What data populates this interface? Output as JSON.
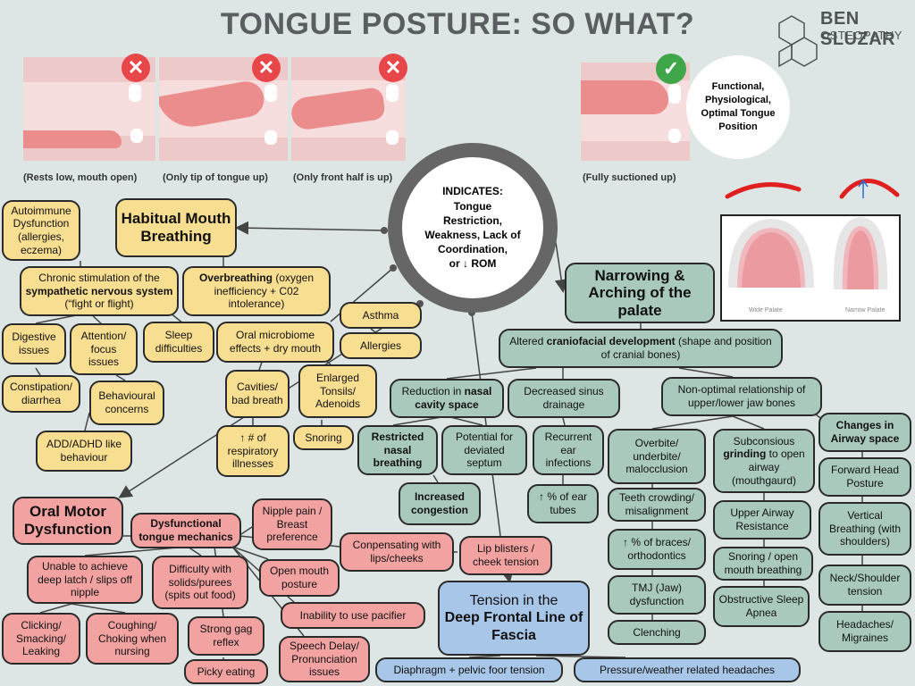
{
  "title": "TONGUE POSTURE: SO WHAT?",
  "brand": {
    "name": "BEN SLUZAR",
    "sub": "OSTEOPATHY"
  },
  "colors": {
    "yellow": "#f8de90",
    "green": "#a9c9bd",
    "red": "#f3a2a2",
    "blue": "#a8c6e8",
    "bg": "#dde6e4"
  },
  "photos": [
    {
      "caption": "(Rests low, mouth open)",
      "mark": "x-icon"
    },
    {
      "caption": "(Only tip of tongue up)",
      "mark": "x-icon"
    },
    {
      "caption": "(Only front half is up)",
      "mark": "x-icon"
    },
    {
      "caption": "(Fully suctioned up)",
      "mark": "check-icon"
    }
  ],
  "optimal_label": [
    "Functional,",
    "Physiological,",
    "Optimal Tongue",
    "Position"
  ],
  "center": [
    "INDICATES:",
    "Tongue",
    "Restriction,",
    "Weakness, Lack of",
    "Coordination,",
    "or ↓ ROM"
  ],
  "palate_labels": {
    "wide": "Wide Palate",
    "narrow": "Narrow Palate"
  },
  "breathing": {
    "title": "Habitual Mouth Breathing",
    "autoimmune": "Autoimmune Dysfunction (allergies, eczema)",
    "chronic": {
      "pre": "Chronic stimulation of the ",
      "bold": "sympathetic nervous system",
      "post": " (“fight or flight)"
    },
    "overbreathing": {
      "bold": "Overbreathing",
      "post": " (oxygen inefficiency + C02 intolerance)"
    },
    "digestive": "Digestive issues",
    "attention": "Attention/ focus issues",
    "sleep": "Sleep difficulties",
    "oral_microbiome": "Oral microbiome effects + dry mouth",
    "asthma": "Asthma",
    "allergies": "Allergies",
    "constipation": "Constipation/ diarrhea",
    "behavioural": "Behavioural concerns",
    "cavities": "Cavities/ bad breath",
    "tonsils": "Enlarged Tonsils/ Adenoids",
    "adhd": "ADD/ADHD like behaviour",
    "resp": "↑ # of respiratory illnesses",
    "snoring": "Snoring"
  },
  "palate": {
    "title": "Narrowing & Arching of the palate",
    "craniofacial": {
      "pre": "Altered ",
      "bold": "craniofacial development",
      "post": " (shape and position of cranial bones)"
    },
    "nasal": {
      "pre": "Reduction in ",
      "bold": "nasal cavity space"
    },
    "sinus": "Decreased sinus drainage",
    "jaw": "Non-optimal relationship of upper/lower jaw bones",
    "airway": "Changes in Airway space",
    "restricted": "Restricted nasal breathing",
    "septum": "Potential for deviated septum",
    "ear": "Recurrent ear infections",
    "overbite": "Overbite/ underbite/ malocclusion",
    "grinding": {
      "pre": "Subconsious ",
      "bold": "grinding",
      "post": " to open airway (mouthgaurd)"
    },
    "forward": "Forward Head Posture",
    "congestion": "Increased congestion",
    "eartubes": "↑ % of ear tubes",
    "crowding": "Teeth crowding/ misalignment",
    "upperairway": "Upper Airway Resistance",
    "vertical": "Vertical Breathing (with shoulders)",
    "braces": "↑ % of braces/ orthodontics",
    "snoringopen": "Snoring / open mouth breathing",
    "neck": "Neck/Shoulder tension",
    "tmj": "TMJ (Jaw) dysfunction",
    "osa": "Obstructive Sleep Apnea",
    "headaches": "Headaches/ Migraines",
    "clenching": "Clenching"
  },
  "oral_motor": {
    "title": "Oral Motor Dysfunction",
    "mechanics": "Dysfunctional tongue mechanics",
    "nipple": "Nipple pain / Breast preference",
    "compensating": "Conpensating with lips/cheeks",
    "lip": "Lip blisters / cheek tension",
    "latch": "Unable to achieve deep latch / slips off nipple",
    "solids": "Difficulty with solids/purees (spits out food)",
    "openmouth": "Open mouth posture",
    "pacifier": "Inability to use pacifier",
    "clicking": "Clicking/ Smacking/ Leaking",
    "coughing": "Coughing/ Choking when nursing",
    "gag": "Strong gag reflex",
    "speech": "Speech Delay/ Pronunciation issues",
    "picky": "Picky eating"
  },
  "fascia": {
    "title_pre": "Tension in the",
    "title_bold": "Deep Frontal Line of Fascia",
    "diaphragm": "Diaphragm + pelvic foor tension",
    "pressure": "Pressure/weather related headaches"
  }
}
